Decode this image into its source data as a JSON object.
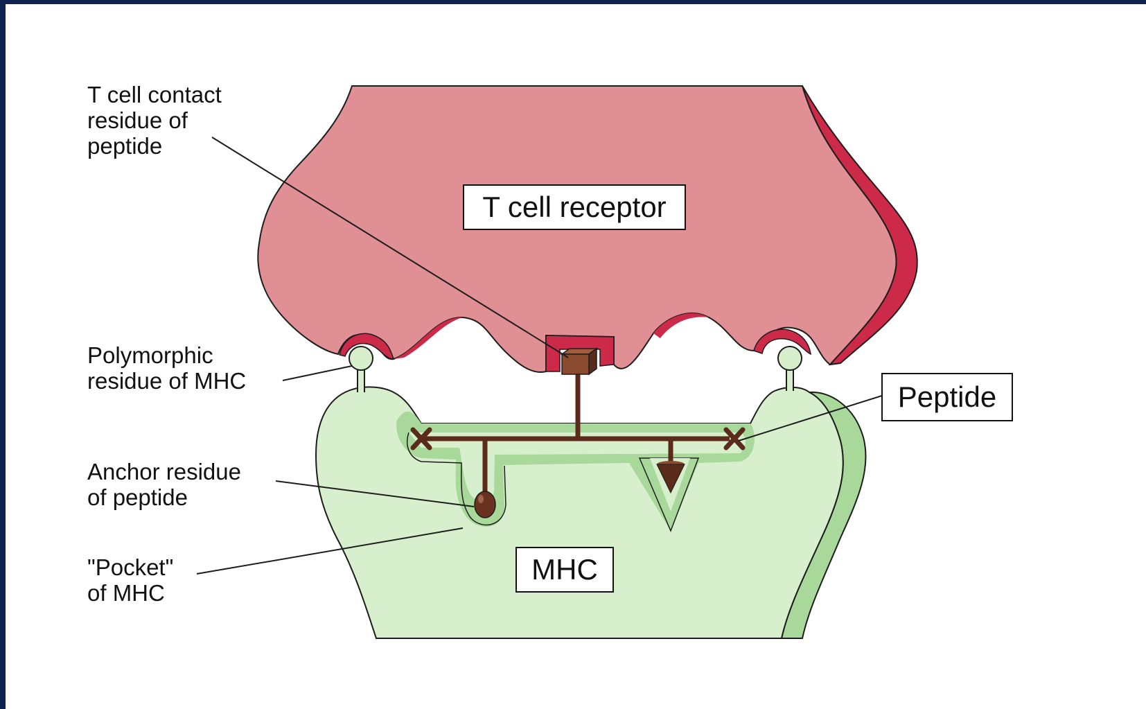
{
  "colors": {
    "background_frame": "#0f2450",
    "tcr_fill": "#e08f94",
    "tcr_shade": "#cc2a48",
    "mhc_fill": "#d8efce",
    "mhc_shade": "#a9d99a",
    "peptide": "#5a2b1a",
    "residue_contact": "#8a4a30"
  },
  "labels": {
    "tcr": "T cell receptor",
    "mhc": "MHC",
    "peptide": "Peptide"
  },
  "callouts": {
    "tcell_contact": "T cell contact\nresidue of\npeptide",
    "polymorphic": "Polymorphic\nresidue of MHC",
    "anchor": "Anchor residue\nof peptide",
    "pocket": "\"Pocket\"\nof MHC"
  },
  "icons": {
    "contact_residue": "brown-cube-icon",
    "anchor_residue": "brown-drop-icon",
    "cone_residue": "brown-cone-icon",
    "peptide_end_left": "x-mark-icon",
    "peptide_end_right": "x-mark-icon",
    "polymorphic_left": "green-ball-icon",
    "polymorphic_right": "green-ball-icon"
  }
}
